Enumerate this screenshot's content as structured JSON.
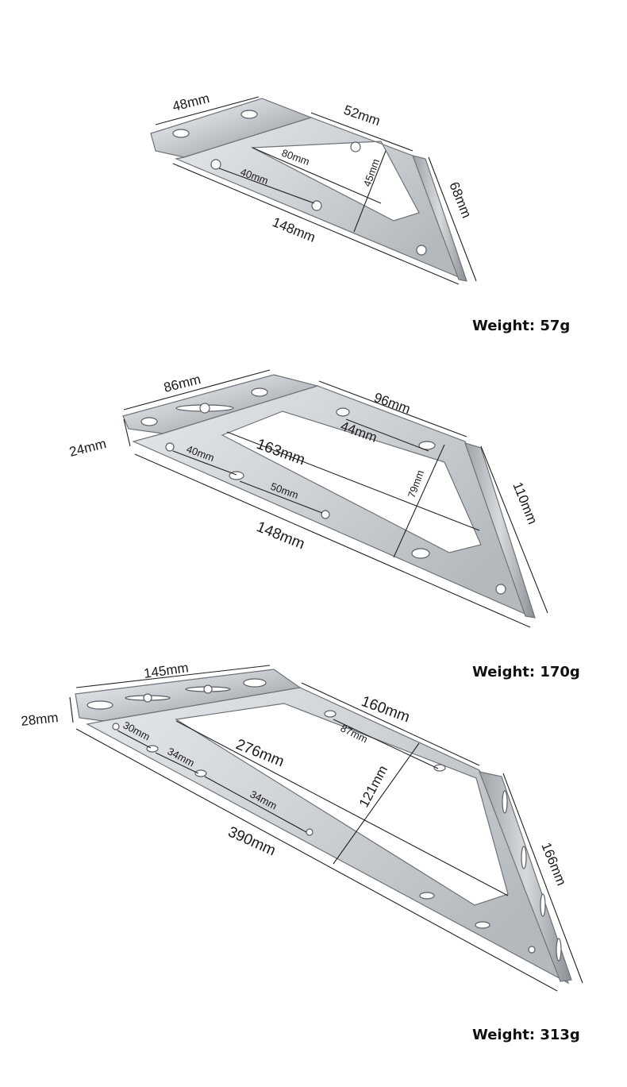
{
  "brackets": [
    {
      "dimensions": [
        "48mm",
        "52mm",
        "80mm",
        "45mm",
        "40mm",
        "68mm",
        "148mm"
      ],
      "weight": "Weight: 57g"
    },
    {
      "dimensions": [
        "86mm",
        "96mm",
        "24mm",
        "44mm",
        "163mm",
        "40mm",
        "79mm",
        "50mm",
        "110mm",
        "148mm"
      ],
      "weight": "Weight: 170g"
    },
    {
      "dimensions": [
        "145mm",
        "28mm",
        "160mm",
        "30mm",
        "87mm",
        "276mm",
        "34mm",
        "34mm",
        "121mm",
        "166mm",
        "390mm"
      ],
      "weight": "Weight: 313g"
    }
  ],
  "colors": {
    "steel_light": "#e9ebee",
    "steel_mid": "#c3c7cc",
    "steel_dark": "#8d9297",
    "text": "#1a1a1a"
  }
}
